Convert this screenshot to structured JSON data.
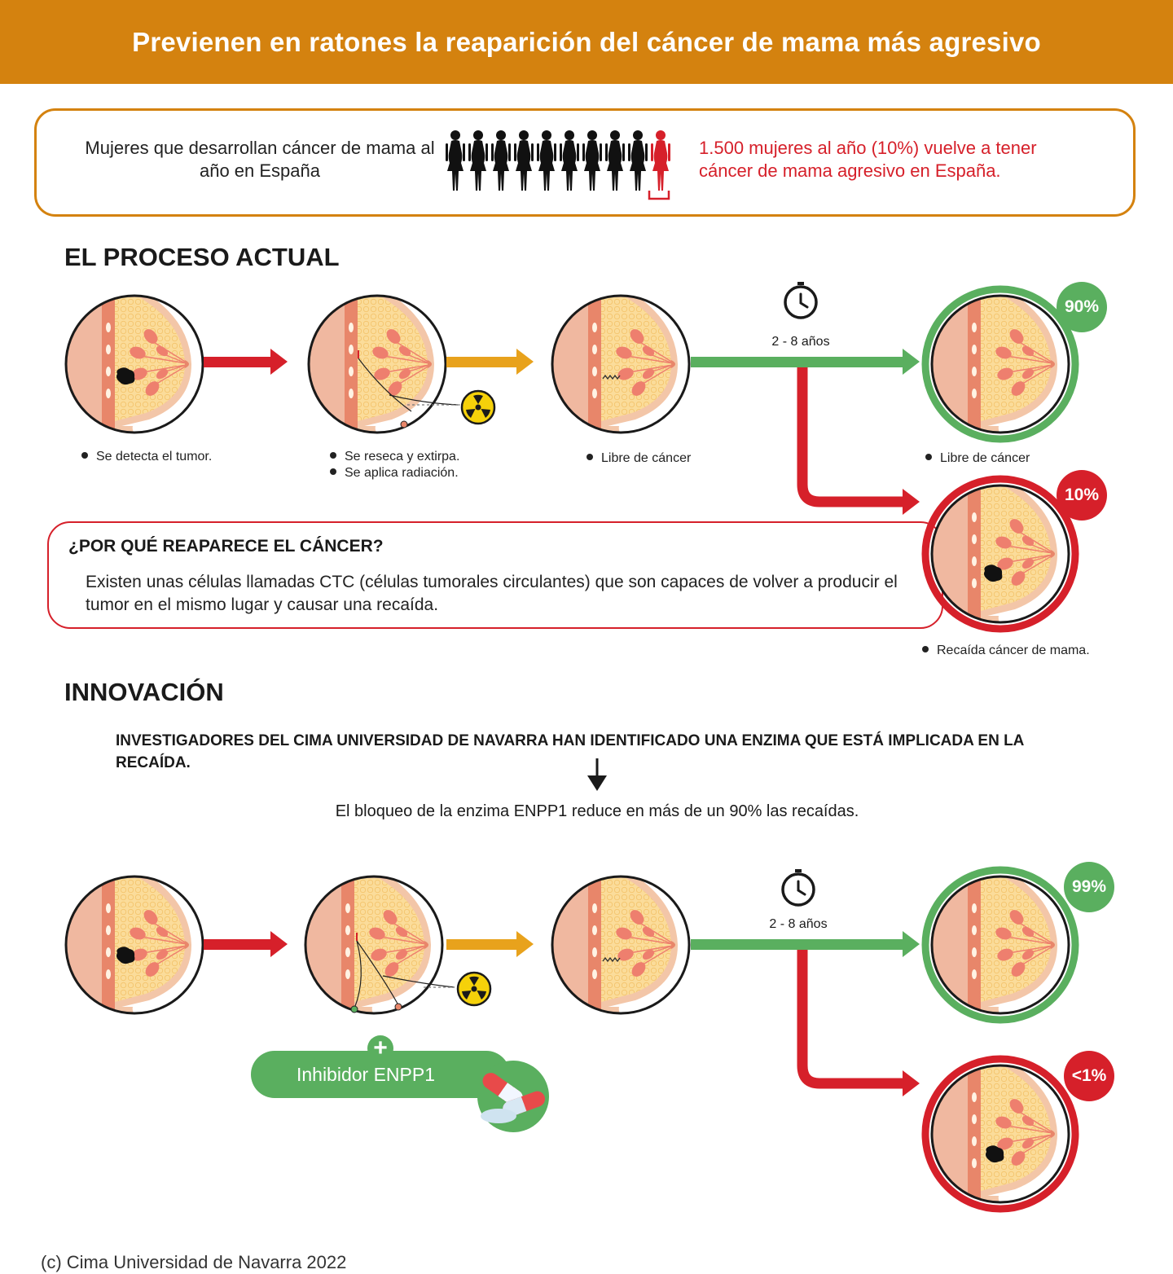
{
  "header": {
    "title": "Previenen en ratones la reaparición del cáncer de mama más agresivo"
  },
  "stats": {
    "left_text": "Mujeres que desarrollan cáncer de mama al año en España",
    "right_text": "1.500 mujeres al año (10%) vuelve a tener cáncer de mama agresivo en España.",
    "figures_total": 10,
    "figures_highlighted": 1
  },
  "current": {
    "title": "EL PROCESO ACTUAL",
    "step1": [
      "Se detecta el tumor."
    ],
    "step2": [
      "Se reseca y extirpa.",
      "Se aplica radiación."
    ],
    "step3": [
      "Libre de cáncer"
    ],
    "years": "2 - 8 años",
    "outcome_good": {
      "pct": "90%",
      "label": "Libre de cáncer"
    },
    "outcome_bad": {
      "pct": "10%",
      "label": "Recaída cáncer de mama."
    }
  },
  "why": {
    "title": "¿POR QUÉ REAPARECE EL CÁNCER?",
    "body": "Existen unas células llamadas CTC (células tumorales circulantes) que son capaces de volver a producir el tumor en el mismo lugar y causar una recaída."
  },
  "innovation": {
    "title": "INNOVACIÓN",
    "text": "INVESTIGADORES DEL CIMA UNIVERSIDAD DE NAVARRA HAN IDENTIFICADO UNA ENZIMA QUE ESTÁ IMPLICADA EN LA RECAÍDA.",
    "subtext": "El bloqueo de la enzima ENPP1 reduce en más de un 90% las recaídas.",
    "years": "2 - 8 años",
    "inhibitor": "Inhibidor ENPP1",
    "plus": "+",
    "outcome_good": {
      "pct": "99%"
    },
    "outcome_bad": {
      "pct": "<1%"
    }
  },
  "credit": "(c) Cima Universidad de Navarra 2022",
  "colors": {
    "orange": "#d4820f",
    "red": "#d6202a",
    "green": "#5aaf5f",
    "amber": "#e8a21c",
    "yellow": "#f5d10a"
  }
}
